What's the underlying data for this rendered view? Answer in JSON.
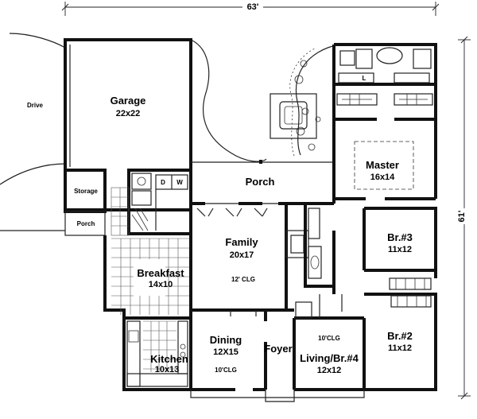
{
  "dimensions": {
    "width": "63'",
    "depth": "61'"
  },
  "rooms": {
    "garage": {
      "name": "Garage",
      "size": "22x22"
    },
    "drive": {
      "name": "Drive"
    },
    "storage": {
      "name": "Storage"
    },
    "small_porch": {
      "name": "Porch"
    },
    "porch": {
      "name": "Porch"
    },
    "master": {
      "name": "Master",
      "size": "16x14"
    },
    "family": {
      "name": "Family",
      "size": "20x17",
      "ceiling": "12' CLG"
    },
    "breakfast": {
      "name": "Breakfast",
      "size": "14x10"
    },
    "br3": {
      "name": "Br.#3",
      "size": "11x12"
    },
    "br2": {
      "name": "Br.#2",
      "size": "11x12"
    },
    "dining": {
      "name": "Dining",
      "size": "12X15",
      "ceiling": "10'CLG"
    },
    "foyer": {
      "name": "Foyer"
    },
    "living": {
      "name": "Living/Br.#4",
      "size": "12x12",
      "ceiling": "10'CLG"
    },
    "kitchen": {
      "name": "Kitchen",
      "size": "10x13"
    },
    "laundry": {
      "d": "D",
      "w": "W"
    },
    "bath": {
      "l": "L"
    }
  }
}
